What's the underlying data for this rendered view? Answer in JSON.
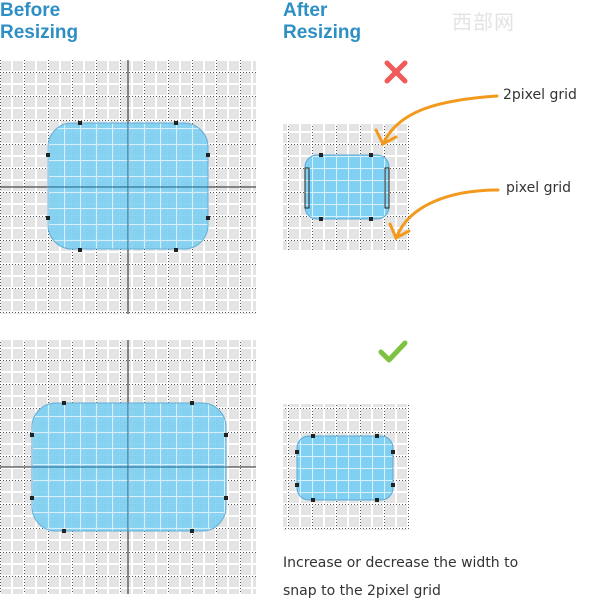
{
  "headings": {
    "before": [
      "Before",
      "Resizing"
    ],
    "after": [
      "After",
      "Resizing"
    ]
  },
  "watermark": "西部网",
  "notes": {
    "two_pixel_grid": "2pixel grid",
    "pixel_grid": "pixel grid"
  },
  "caption": [
    "Increase or decrease the width to",
    "snap to the 2pixel grid"
  ],
  "marks": {
    "wrong": "cross-icon",
    "right": "check-icon"
  },
  "colors": {
    "heading": "#2d8fc4",
    "shape_fill": "#7fd0f2",
    "grid_bg": "#e4e4e4",
    "arrow": "#f29a1e",
    "cross": "#ef5a5a",
    "check": "#7ec242"
  }
}
